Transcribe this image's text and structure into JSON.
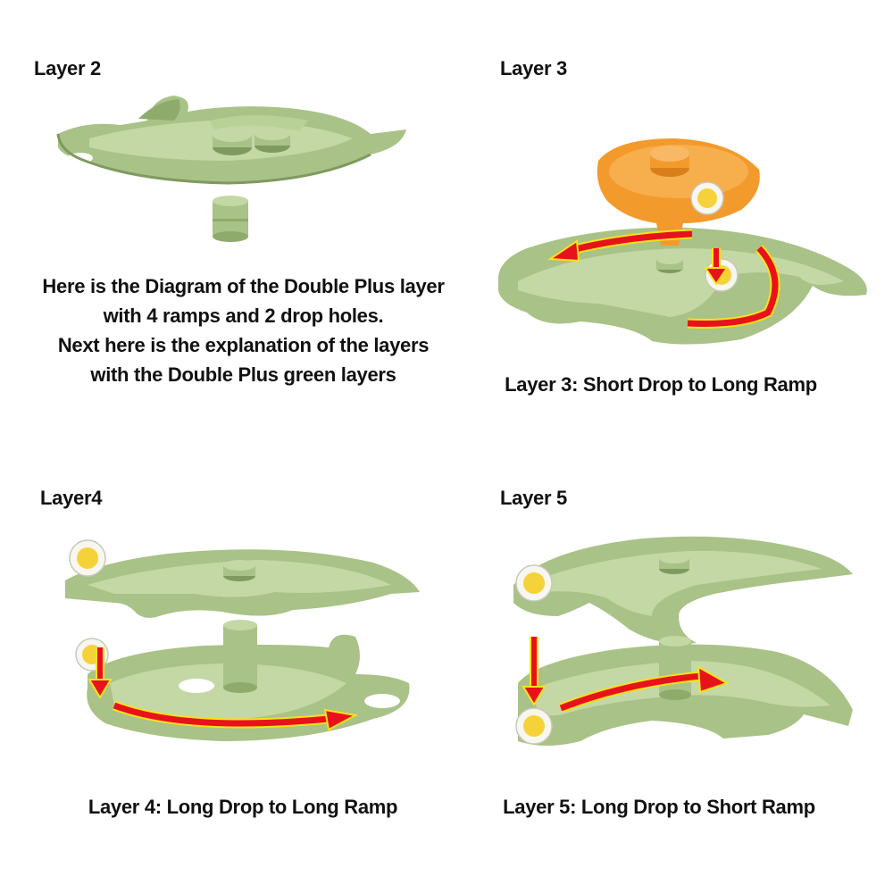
{
  "panels": {
    "layer2": {
      "title": "Layer 2",
      "description": [
        "Here is the Diagram of the Double Plus layer",
        "with 4 ramps and 2 drop holes.",
        "Next here is the explanation of the layers",
        "with the Double Plus green layers"
      ]
    },
    "layer3": {
      "title": "Layer 3",
      "caption": "Layer 3: Short Drop to Long Ramp"
    },
    "layer4": {
      "title": "Layer4",
      "caption": "Layer 4: Long Drop to Long Ramp"
    },
    "layer5": {
      "title": "Layer 5",
      "caption": "Layer 5: Long Drop to Short Ramp"
    }
  },
  "colors": {
    "track_green": "#a9c287",
    "track_green_light": "#c3d8a5",
    "track_green_dark": "#7f9a5e",
    "funnel_orange": "#f39a2c",
    "arrow_red": "#e8121a",
    "arrow_yellow": "#f7e21b",
    "ball_yellow": "#f6d23a"
  },
  "icons": [
    "track-layer",
    "connector-tube",
    "orange-funnel",
    "ball",
    "flow-arrow"
  ]
}
